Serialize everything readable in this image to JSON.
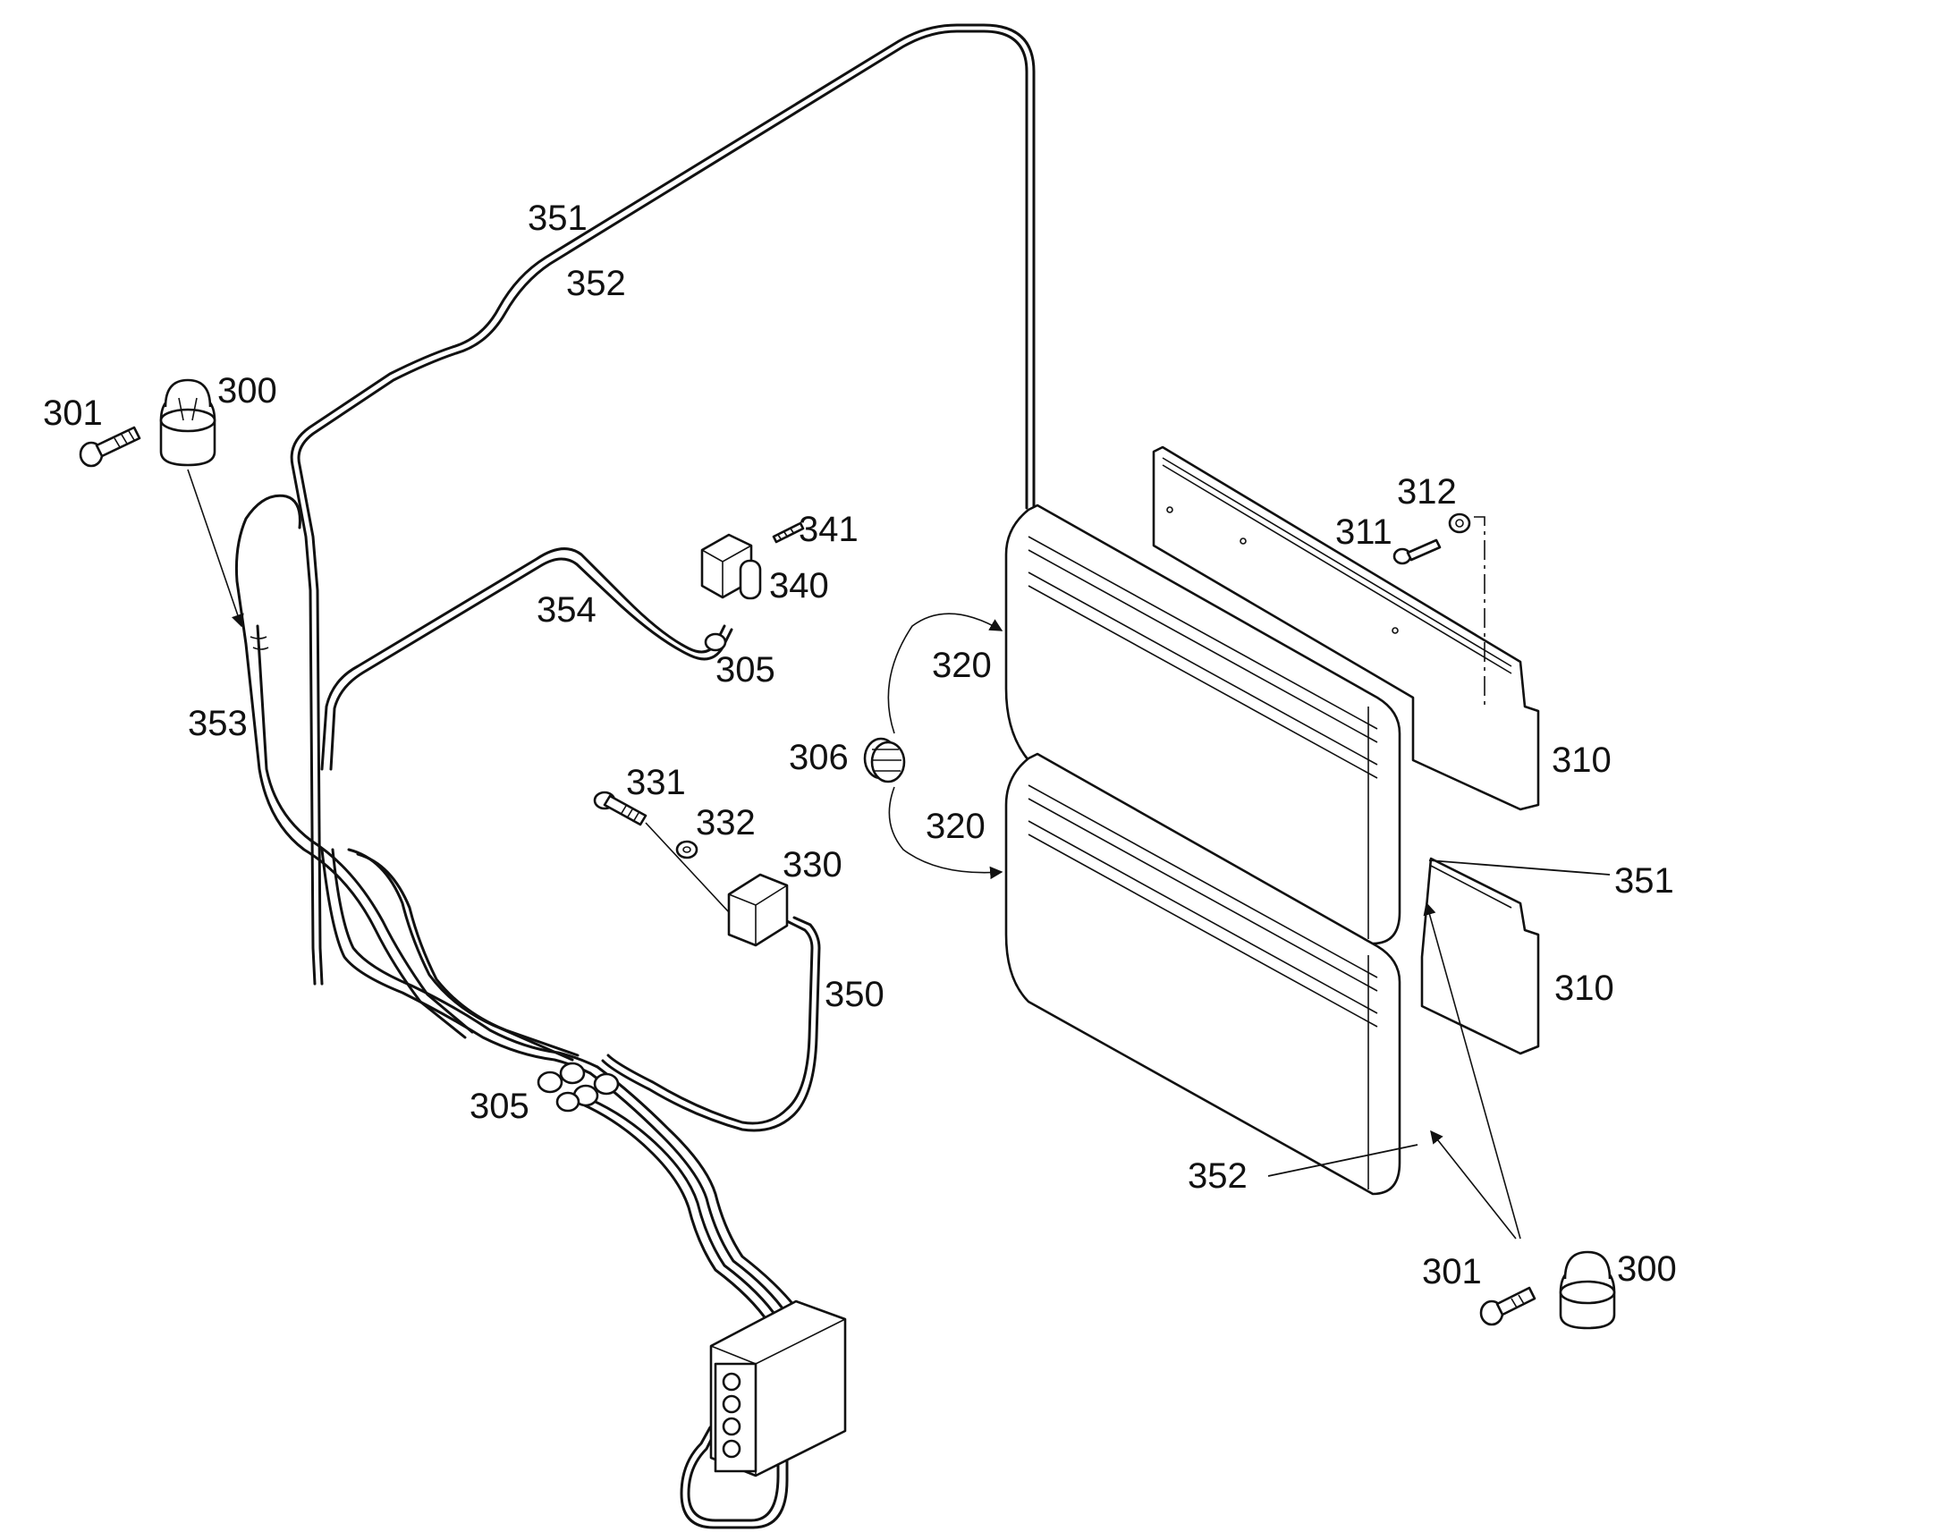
{
  "labels": {
    "l351_top": "351",
    "l352_top": "352",
    "l300_left": "300",
    "l301_left": "301",
    "l341": "341",
    "l340": "340",
    "l354": "354",
    "l305_top": "305",
    "l353": "353",
    "l312": "312",
    "l311": "311",
    "l320_top": "320",
    "l306": "306",
    "l310_top": "310",
    "l331": "331",
    "l332": "332",
    "l330": "330",
    "l320_bottom": "320",
    "l351_right": "351",
    "l350": "350",
    "l310_bottom": "310",
    "l305_bottom": "305",
    "l352_right": "352",
    "l301_right": "301",
    "l300_right": "300"
  }
}
